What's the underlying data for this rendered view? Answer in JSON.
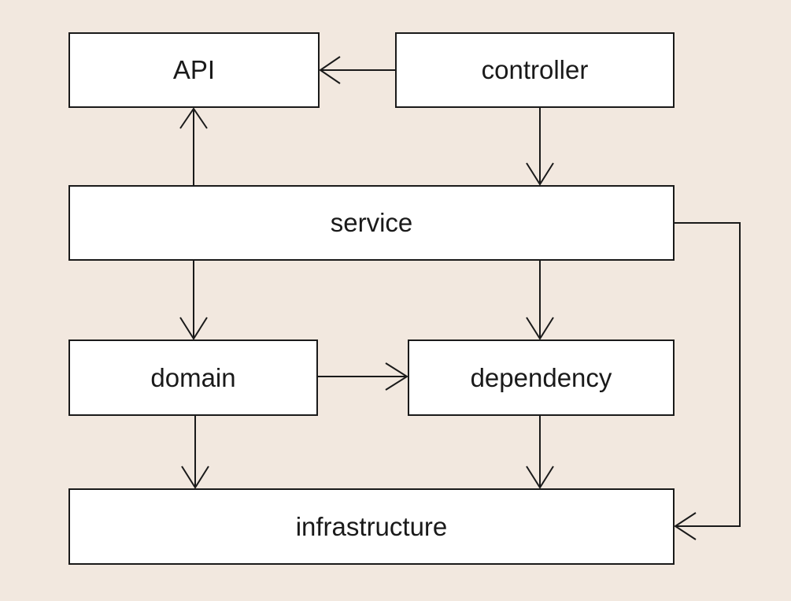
{
  "colors": {
    "background": "#f2e8df",
    "node_fill": "#ffffff",
    "stroke": "#1a1a1a",
    "text": "#1a1a1a"
  },
  "nodes": {
    "api": "API",
    "controller": "controller",
    "service": "service",
    "domain": "domain",
    "dependency": "dependency",
    "infrastructure": "infrastructure"
  },
  "edges": [
    {
      "from": "controller",
      "to": "api"
    },
    {
      "from": "service",
      "to": "api"
    },
    {
      "from": "controller",
      "to": "service"
    },
    {
      "from": "service",
      "to": "domain"
    },
    {
      "from": "service",
      "to": "dependency"
    },
    {
      "from": "service",
      "to": "infrastructure"
    },
    {
      "from": "domain",
      "to": "dependency"
    },
    {
      "from": "domain",
      "to": "infrastructure"
    },
    {
      "from": "dependency",
      "to": "infrastructure"
    }
  ]
}
